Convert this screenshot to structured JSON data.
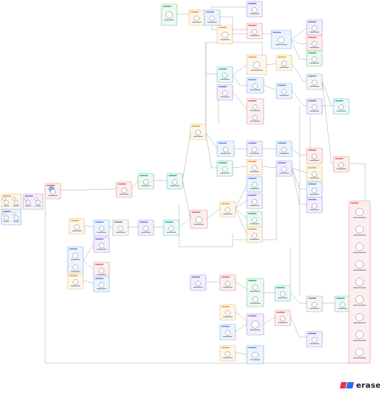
{
  "brand": {
    "wordmark": "eraser",
    "logo_colors": [
      "#e7334b",
      "#2a6df5"
    ]
  },
  "palette": {
    "green": {
      "border": "#69c08a",
      "fill": "#eef9f1"
    },
    "blue": {
      "border": "#7aa7e6",
      "fill": "#eef4fd"
    },
    "purple": {
      "border": "#a889e0",
      "fill": "#f4effc"
    },
    "orange": {
      "border": "#e6b36a",
      "fill": "#fdf6ea"
    },
    "red": {
      "border": "#e68585",
      "fill": "#fdefef"
    },
    "gray": {
      "border": "#9aa2ad",
      "fill": "#f6f7f9"
    },
    "teal": {
      "border": "#5bbfb8",
      "fill": "#ecf9f8"
    },
    "edge": "#9aa0a8",
    "node": "#6c7480"
  },
  "legend_group": {
    "color": "green",
    "count": 6
  },
  "group_colors": [
    "green",
    "orange",
    "blue",
    "purple",
    "red",
    "orange",
    "blue",
    "purple",
    "red",
    "green",
    "teal",
    "orange",
    "blue",
    "purple",
    "red",
    "orange",
    "blue",
    "gray",
    "purple",
    "teal",
    "red",
    "orange",
    "blue",
    "purple"
  ]
}
